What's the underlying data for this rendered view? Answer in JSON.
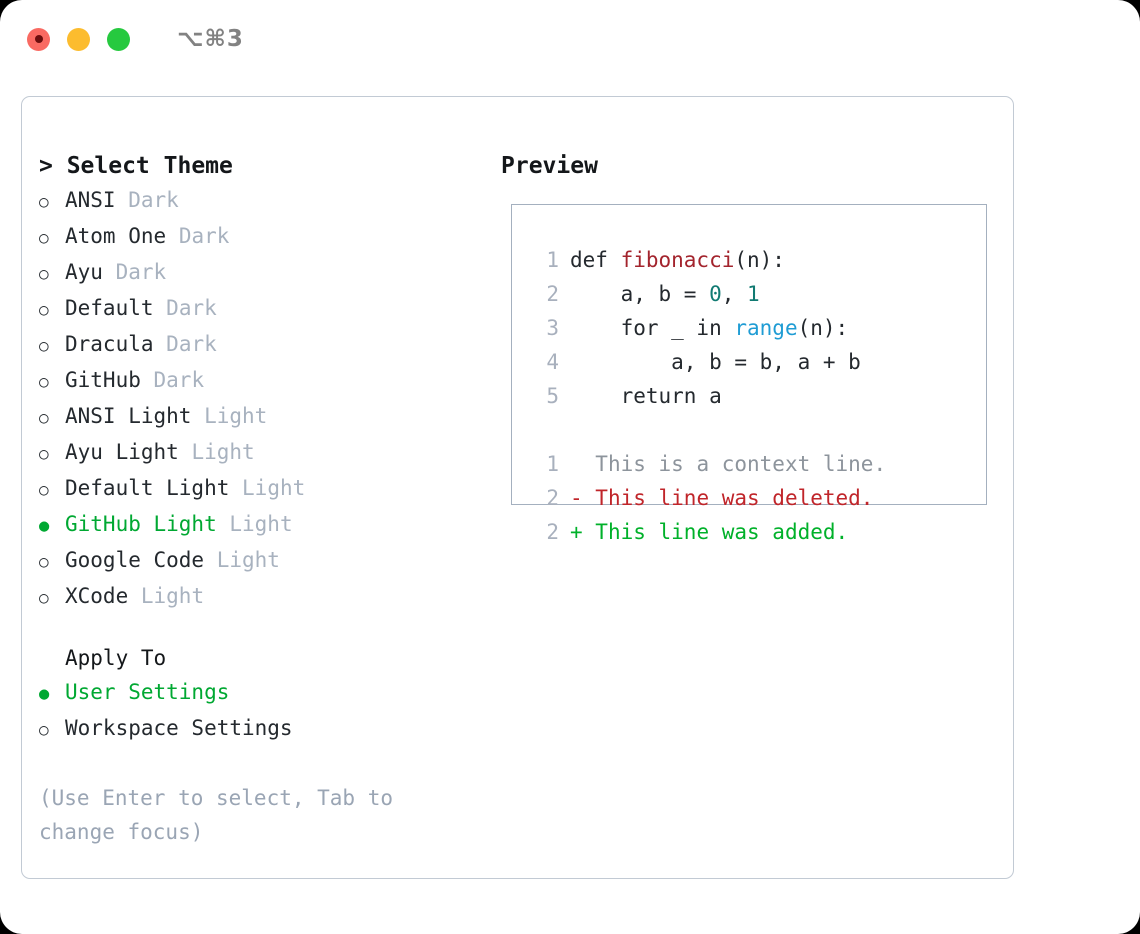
{
  "titlebar": {
    "shortcut": "⌥⌘3",
    "lights": [
      {
        "name": "close",
        "color": "#f96a62"
      },
      {
        "name": "minimize",
        "color": "#fcbc2e"
      },
      {
        "name": "maximize",
        "color": "#26c93f"
      }
    ]
  },
  "theme_picker": {
    "header": "> Select Theme",
    "selected_bullet": "●",
    "unselected_bullet": "○",
    "selected_color": "#00a832",
    "items": [
      {
        "name": "ANSI",
        "tag": "Dark",
        "selected": false
      },
      {
        "name": "Atom One",
        "tag": "Dark",
        "selected": false
      },
      {
        "name": "Ayu",
        "tag": "Dark",
        "selected": false
      },
      {
        "name": "Default",
        "tag": "Dark",
        "selected": false
      },
      {
        "name": "Dracula",
        "tag": "Dark",
        "selected": false
      },
      {
        "name": "GitHub",
        "tag": "Dark",
        "selected": false
      },
      {
        "name": "ANSI Light",
        "tag": "Light",
        "selected": false
      },
      {
        "name": "Ayu Light",
        "tag": "Light",
        "selected": false
      },
      {
        "name": "Default Light",
        "tag": "Light",
        "selected": false
      },
      {
        "name": "GitHub Light",
        "tag": "Light",
        "selected": true
      },
      {
        "name": "Google Code",
        "tag": "Light",
        "selected": false
      },
      {
        "name": "XCode",
        "tag": "Light",
        "selected": false
      }
    ]
  },
  "apply_to": {
    "header": "Apply To",
    "items": [
      {
        "name": "User Settings",
        "selected": true
      },
      {
        "name": "Workspace Settings",
        "selected": false
      }
    ]
  },
  "hint": "(Use Enter to select, Tab to change focus)",
  "preview": {
    "title": "Preview",
    "code_lines": [
      {
        "no": "1",
        "segments": [
          {
            "t": "def ",
            "c": "plain"
          },
          {
            "t": "fibonacci",
            "c": "fn"
          },
          {
            "t": "(n):",
            "c": "plain"
          }
        ]
      },
      {
        "no": "2",
        "segments": [
          {
            "t": "    a, b = ",
            "c": "plain"
          },
          {
            "t": "0",
            "c": "num"
          },
          {
            "t": ", ",
            "c": "plain"
          },
          {
            "t": "1",
            "c": "num"
          }
        ]
      },
      {
        "no": "3",
        "segments": [
          {
            "t": "    for _ in ",
            "c": "plain"
          },
          {
            "t": "range",
            "c": "call"
          },
          {
            "t": "(n):",
            "c": "plain"
          }
        ]
      },
      {
        "no": "4",
        "segments": [
          {
            "t": "        a, b = b, a + b",
            "c": "plain"
          }
        ]
      },
      {
        "no": "5",
        "segments": [
          {
            "t": "    return a",
            "c": "plain"
          }
        ]
      }
    ],
    "diff_lines": [
      {
        "no": "1",
        "marker": "  ",
        "text": "This is a context line.",
        "kind": "ctx"
      },
      {
        "no": "2",
        "marker": "- ",
        "text": "This line was deleted.",
        "kind": "del"
      },
      {
        "no": "2",
        "marker": "+ ",
        "text": "This line was added.",
        "kind": "add"
      }
    ]
  }
}
